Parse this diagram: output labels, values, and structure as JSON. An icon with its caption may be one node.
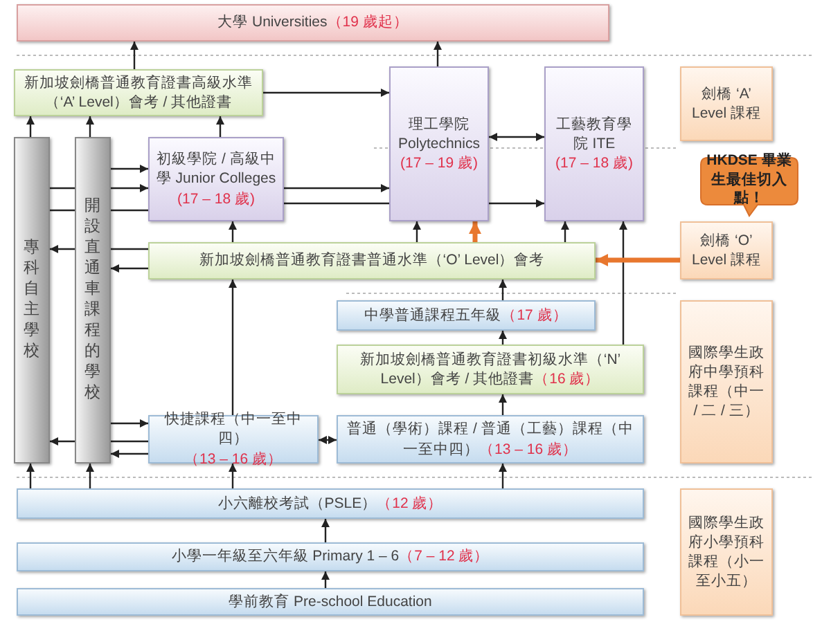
{
  "diagram": {
    "nodes": [
      {
        "text": [
          "大學 Universities",
          "（19 歲起）"
        ]
      },
      {
        "text": [
          "新加坡劍橋普通教育證書高級水準（‘A’ Level）會考 / 其他證書"
        ]
      },
      {
        "text": [
          "理工學院 Polytechnics",
          "(17 – 19 歲)"
        ]
      },
      {
        "text": [
          "工藝教育學院 ITE",
          "(17 – 18 歲)"
        ]
      },
      {
        "text": [
          "劍橋 ‘A’ Level 課程"
        ]
      },
      {
        "text": [
          "專科自主學校"
        ]
      },
      {
        "text": [
          "開設直通車課程的學校"
        ]
      },
      {
        "text": [
          "初級學院 / 高級中學 Junior Colleges",
          "(17 – 18 歲)"
        ]
      },
      {
        "text": [
          "新加坡劍橋普通教育證書普通水準（‘O’ Level）會考"
        ]
      },
      {
        "text": [
          "HKDSE 畢業生最佳切入點！"
        ]
      },
      {
        "text": [
          "劍橋 ‘O’ Level 課程"
        ]
      },
      {
        "text": [
          "中學普通課程五年級",
          "（17 歲）"
        ]
      },
      {
        "text": [
          "新加坡劍橋普通教育證書初級水準（‘N’ Level）會考 / 其他證書",
          "（16 歲）"
        ]
      },
      {
        "text": [
          "國際學生政府中學預科課程（中一 / 二 / 三）"
        ]
      },
      {
        "text": [
          "快捷課程（中一至中四）",
          "（13 – 16 歲）"
        ]
      },
      {
        "text": [
          "普通（學術）課程 / 普通（工藝）課程（中一至中四）",
          "（13 – 16 歲）"
        ]
      },
      {
        "text": [
          "小六離校考試（PSLE）",
          "（12 歲）"
        ]
      },
      {
        "text": [
          "小學一年級至六年級 Primary 1 – 6",
          "（7 – 12 歲）"
        ]
      },
      {
        "text": [
          "國際學生政府小學預科課程（小一至小五）"
        ]
      },
      {
        "text": [
          "學前教育 Pre-school Education"
        ]
      }
    ],
    "edges": [
      {
        "from": 1,
        "to": 0,
        "arrow": "to"
      },
      {
        "from": 2,
        "to": 0,
        "arrow": "to"
      },
      {
        "from": 1,
        "to": 2,
        "arrow": "to"
      },
      {
        "from": 2,
        "to": 3,
        "arrow": "both"
      },
      {
        "from": 2,
        "to": 3,
        "arrow": "to"
      },
      {
        "from": 5,
        "to": 1,
        "arrow": "to"
      },
      {
        "from": 6,
        "to": 1,
        "arrow": "to"
      },
      {
        "from": 7,
        "to": 1,
        "arrow": "to"
      },
      {
        "from": 6,
        "to": 7,
        "arrow": "to"
      },
      {
        "from": 5,
        "to": 6,
        "arrow": "none"
      },
      {
        "from": 6,
        "to": 7,
        "arrow": "to"
      },
      {
        "from": 5,
        "to": 6,
        "arrow": "none"
      },
      {
        "from": 6,
        "to": 7,
        "arrow": "none"
      },
      {
        "from": 7,
        "to": 2,
        "arrow": "to"
      },
      {
        "from": 7,
        "to": 2,
        "arrow": "none"
      },
      {
        "from": 8,
        "to": 7,
        "arrow": "to"
      },
      {
        "from": 8,
        "to": 6,
        "arrow": "none"
      },
      {
        "from": 6,
        "to": 5,
        "arrow": "to"
      },
      {
        "from": 8,
        "to": 6,
        "arrow": "to"
      },
      {
        "from": 8,
        "to": 2,
        "arrow": "to"
      },
      {
        "from": 8,
        "to": 2,
        "arrow": "to",
        "style": "thick",
        "color": "#e8772e"
      },
      {
        "from": 8,
        "to": 3,
        "arrow": "to"
      },
      {
        "from": 12,
        "to": 3,
        "arrow": "to"
      },
      {
        "from": 10,
        "to": 8,
        "arrow": "to",
        "style": "thick",
        "color": "#e8772e"
      },
      {
        "from": 11,
        "to": 8,
        "arrow": "to"
      },
      {
        "from": 12,
        "to": 11,
        "arrow": "to"
      },
      {
        "from": 15,
        "to": 12,
        "arrow": "to"
      },
      {
        "from": 14,
        "to": 15,
        "arrow": "both"
      },
      {
        "from": 14,
        "to": 8,
        "arrow": "to"
      },
      {
        "from": 6,
        "to": 14,
        "arrow": "to"
      },
      {
        "from": 14,
        "to": 6,
        "arrow": "none"
      },
      {
        "from": 6,
        "to": 5,
        "arrow": "to"
      },
      {
        "from": 14,
        "to": 6,
        "arrow": "to"
      },
      {
        "from": 16,
        "to": 5,
        "arrow": "to"
      },
      {
        "from": 16,
        "to": 6,
        "arrow": "to"
      },
      {
        "from": 16,
        "to": 14,
        "arrow": "to"
      },
      {
        "from": 16,
        "to": 15,
        "arrow": "to"
      },
      {
        "from": 17,
        "to": 16,
        "arrow": "to"
      },
      {
        "from": 19,
        "to": 17,
        "arrow": "to"
      }
    ]
  }
}
